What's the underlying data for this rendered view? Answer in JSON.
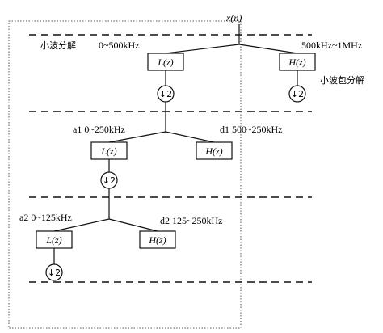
{
  "diagram": {
    "input_signal": "x(n)",
    "label_wavelet": "小波分解",
    "label_packet": "小波包分解",
    "band_root_low": "0~500kHz",
    "band_root_high": "500kHz~1MHz",
    "band_a1": "a1  0~250kHz",
    "band_d1": "d1  500~250kHz",
    "band_a2": "a2  0~125kHz",
    "band_d2": "d2   125~250kHz",
    "low_filter": "L(z)",
    "high_filter": "H(z)",
    "downsample": "↓2"
  },
  "colors": {
    "ink": "#111111",
    "frame": "#555555",
    "background": "#ffffff"
  }
}
